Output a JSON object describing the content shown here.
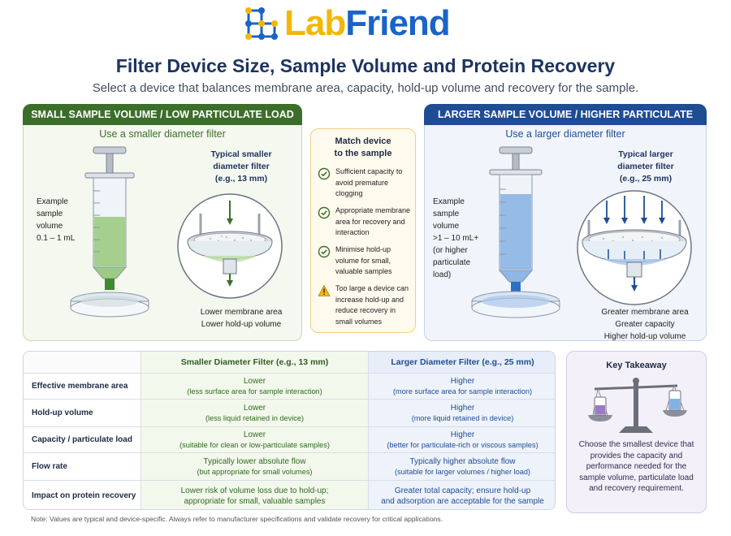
{
  "brand": {
    "lab": "Lab",
    "friend": "Friend"
  },
  "title": "Filter Device Size, Sample Volume and Protein Recovery",
  "subtitle": "Select a device that balances membrane area, capacity, hold-up volume and recovery for the sample.",
  "left_panel": {
    "header": "SMALL SAMPLE VOLUME / LOW PARTICULATE LOAD",
    "sub": "Use a smaller diameter filter",
    "volume_lines": [
      "Example",
      "sample",
      "volume",
      "0.1 – 1 mL"
    ],
    "filter_label": [
      "Typical smaller",
      "diameter filter",
      "(e.g., 13 mm)"
    ],
    "caption": [
      "Lower membrane area",
      "Lower hold-up volume"
    ]
  },
  "right_panel": {
    "header": "LARGER SAMPLE VOLUME / HIGHER PARTICULATE LOAD",
    "sub": "Use a larger diameter filter",
    "volume_lines": [
      "Example",
      "sample",
      "volume",
      ">1 – 10 mL+",
      "(or higher",
      "particulate",
      "load)"
    ],
    "filter_label": [
      "Typical larger",
      "diameter filter",
      "(e.g., 25 mm)"
    ],
    "caption": [
      "Greater membrane area",
      "Greater capacity",
      "Higher hold-up volume"
    ]
  },
  "match": {
    "title": [
      "Match device",
      "to the sample"
    ],
    "items": [
      {
        "icon": "check-circle-icon",
        "text": "Sufficient capacity to avoid premature clogging"
      },
      {
        "icon": "check-circle-icon",
        "text": "Appropriate membrane area for recovery and interaction"
      },
      {
        "icon": "check-circle-icon",
        "text": "Minimise hold-up volume for small, valuable samples"
      },
      {
        "icon": "warning-icon",
        "text": "Too large a device can increase hold-up and reduce recovery in small volumes"
      }
    ]
  },
  "table": {
    "headers": [
      "",
      "Smaller Diameter Filter (e.g., 13 mm)",
      "Larger Diameter Filter (e.g., 25 mm)"
    ],
    "rows": [
      {
        "label": "Effective membrane area",
        "small": "Lower",
        "small_note": "(less surface area for sample interaction)",
        "large": "Higher",
        "large_note": "(more surface area for sample interaction)"
      },
      {
        "label": "Hold-up volume",
        "small": "Lower",
        "small_note": "(less liquid retained in device)",
        "large": "Higher",
        "large_note": "(more liquid retained in device)"
      },
      {
        "label": "Capacity / particulate load",
        "small": "Lower",
        "small_note": "(suitable for clean or low-particulate samples)",
        "large": "Higher",
        "large_note": "(better for particulate-rich or viscous samples)"
      },
      {
        "label": "Flow rate",
        "small": "Typically lower absolute flow",
        "small_note": "(but appropriate for small volumes)",
        "large": "Typically higher absolute flow",
        "large_note": "(suitable for larger volumes / higher load)"
      },
      {
        "label": "Impact on protein recovery",
        "small": "Lower risk of volume loss due to hold-up;",
        "small_note": "appropriate for small, valuable samples",
        "large": "Greater total capacity; ensure hold-up",
        "large_note": "and adsorption are acceptable for the sample"
      }
    ]
  },
  "key": {
    "title": "Key Takeaway",
    "text": "Choose the smallest device that provides the capacity and performance needed for the sample volume, particulate load and recovery requirement."
  },
  "note": "Note: Values are typical and device-specific. Always refer to manufacturer specifications and validate recovery for critical applications.",
  "colors": {
    "green": "#3c6e2b",
    "blue": "#1f4c93",
    "lab_yellow": "#f2b705",
    "friend_blue": "#1a63c7"
  }
}
